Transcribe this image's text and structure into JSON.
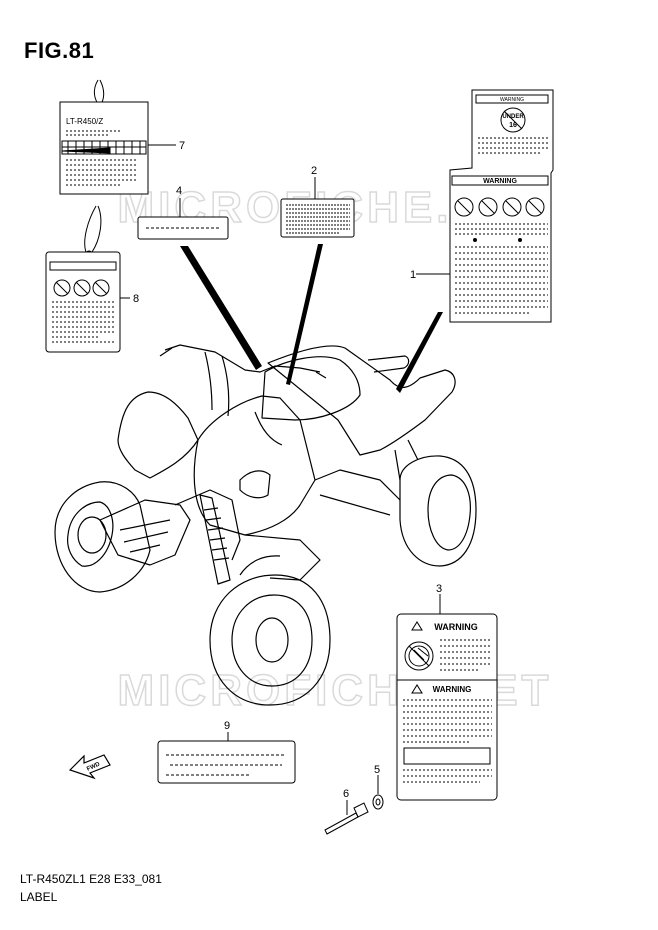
{
  "figure": {
    "title": "FIG.81",
    "code": "LT-R450ZL1 E28 E33_081",
    "name": "LABEL"
  },
  "watermark": "MICROFICHE.NET",
  "callouts": [
    "1",
    "2",
    "3",
    "4",
    "5",
    "6",
    "7",
    "8",
    "9"
  ],
  "labels": {
    "tag_model": "LT-R450/Z",
    "warning_word": "WARNING",
    "age_badge_top": "UNDER",
    "age_badge_num": "16",
    "fwd_arrow": "FWD"
  }
}
